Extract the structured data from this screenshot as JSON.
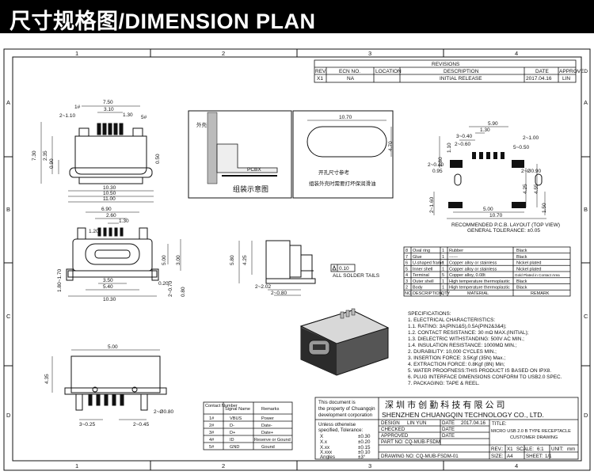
{
  "header": {
    "title": "尺寸规格图/DIMENSION PLAN"
  },
  "grid": {
    "columns": [
      "1",
      "2",
      "3",
      "4"
    ],
    "rows": [
      "A",
      "B",
      "C",
      "D"
    ]
  },
  "revisions": {
    "title": "REVISIONS",
    "headers": [
      "REV.",
      "ECN NO.",
      "LOCATION",
      "DESCRIPTION",
      "DATE",
      "APPROVED"
    ],
    "row": [
      "X1",
      "NA",
      "",
      "INITIAL RELEASE",
      "2017.04.16",
      "LIN"
    ]
  },
  "front_view": {
    "d_750": "7.50",
    "d_310": "3.10",
    "d_110": "2~1.10",
    "d_130": "1.30",
    "c1": "1#",
    "c5": "5#",
    "d_730": "7.30",
    "d_235": "2.35",
    "d_050": "0.50",
    "d_090": "0.90",
    "d_1030": "10.30",
    "d_1050": "10.50",
    "d_1100": "11.00"
  },
  "bottom_view": {
    "d_690": "6.90",
    "d_260": "2.60",
    "d_130": "1.30",
    "d_120": "1.20",
    "d_500": "5.00",
    "d_300": "3.00",
    "d_350": "3.50",
    "d_540": "5.40",
    "d_020": "0.20",
    "d_1030": "10.30",
    "d_070": "2~0.70",
    "d_080": "0.80",
    "d_170": "1.80~1.70"
  },
  "side_view": {
    "d_580": "5.80",
    "d_425": "4.25",
    "d_202": "2~2.02",
    "d_080": "2~0.80",
    "flatness": "0.10",
    "solder_note": "ALL SOLDER TAILS"
  },
  "assembly": {
    "pcb": "PCBX",
    "label": "组装示意图",
    "side_label": "外壳"
  },
  "cutout": {
    "d_1070": "10.70",
    "d_470": "4.70",
    "note1": "开孔尺寸参考",
    "note2": "组装外壳时需要打坏保润滑油"
  },
  "pcb_layout": {
    "d_590": "5.90",
    "d_130": "1.30",
    "d_040": "3~0.40",
    "d_060": "2~0.60",
    "d_100": "2~1.00",
    "d_050": "5~0.50",
    "d_110": "1.10",
    "d_180": "1.80",
    "d_040b": "2~0.40",
    "d_095": "0.95",
    "d_090": "2~Ø0.90",
    "d_425": "4.25",
    "d_455": "4.55",
    "d_500": "5.00",
    "d_1070": "10.70",
    "d_160": "2~1.60",
    "d_150": "1.50",
    "caption": "RECOMMENDED P.C.B. LAYOUT (TOP VIEW)",
    "tolerance": "GENERAL TOLERANCE: ±0.05"
  },
  "bom": {
    "rows": [
      [
        "8",
        "Oval ring",
        "1",
        "Rubber",
        "Black"
      ],
      [
        "7",
        "Glue",
        "1",
        "------",
        "Black"
      ],
      [
        "6",
        "U-shaped frame",
        "1",
        "Copper alloy or stainless",
        "Nickel plated"
      ],
      [
        "5",
        "Inner shell",
        "1",
        "Copper alloy or stainless",
        "Nickel plated"
      ],
      [
        "4",
        "Terminal",
        "5",
        "Copper alloy, 0.08t",
        "Gold Plated in Contact Area"
      ],
      [
        "3",
        "Outer shell",
        "1",
        "High temperature thermoplastic",
        "Black"
      ],
      [
        "2",
        "Body",
        "1",
        "High temperature thermoplastic",
        "Black"
      ]
    ],
    "footer": [
      "NO.",
      "DESCRIPTION",
      "QTY",
      "MATERIAL",
      "REMARK"
    ]
  },
  "specs": {
    "lines": [
      "SPECIFICATIONS:",
      "1. ELECTRICAL CHARACTERISTICS:",
      "  1.1. RATING: 3A(PIN1&5),0.5A(PIN2&3&4);",
      "  1.2. CONTACT RESISTANCE: 30 mΩ MAX.(INITIAL);",
      "  1.3. DIELECTRIC WITHSTANDING: 500V AC MIN.;",
      "  1.4. INSULATION RESISTANCE: 1000MΩ MIN.;",
      "2. DURABILITY: 10,000 CYCLES MIN.;",
      "3. INSERTION FORCE: 3.5Kgf (35N) Max.;",
      "4. EXTRACTION FORCE: 0.8Kgf (8N) Min;",
      "5. WATER PROOFNESS:THIS PRODUCT IS BASED ON IPX8.",
      "6. PLUG INTERFACE DIMENSIONS CONFORM TO USB2.0 SPEC.",
      "7. PACKAGING: TAPE & REEL."
    ]
  },
  "top_view": {
    "d_500": "5.00",
    "d_435": "4.35",
    "d_080": "2~Ø0.80",
    "d_025": "3~0.25",
    "d_045": "2~0.45"
  },
  "pin_table": {
    "headers": [
      "Contact Number",
      "Signal Name",
      "Remarks"
    ],
    "rows": [
      [
        "1#",
        "VBUS",
        "Power"
      ],
      [
        "2#",
        "D-",
        "Date-"
      ],
      [
        "3#",
        "D+",
        "Date+"
      ],
      [
        "4#",
        "ID",
        "Reserve or Gound"
      ],
      [
        "5#",
        "GND",
        "Gound"
      ]
    ]
  },
  "title_block": {
    "property": [
      "This document is",
      "the property of Chuangqin",
      "development corporation"
    ],
    "company_cn": "深 圳 市 创 勤 科 技 有 限 公 司",
    "company_en": "SHENZHEN CHUANGQIN TECHNOLOGY CO., LTD.",
    "tol_head": [
      "Unless otherwise",
      "specified, Tolerance:"
    ],
    "tols": [
      [
        "X",
        "±0.30"
      ],
      [
        "X.x",
        "±0.20"
      ],
      [
        "X.xx",
        "±0.15"
      ],
      [
        "X.xxx",
        "±0.10"
      ],
      [
        "Angles",
        "±3°"
      ]
    ],
    "design_label": "DESIGN",
    "design": "LIN YUN",
    "date_label": "DATE",
    "date": "2017.04.16",
    "checked": "CHECKED",
    "approved": "APPROVED",
    "date2": "DATE",
    "date3": "DATE",
    "title_label": "TITLE:",
    "title1": "MICRO USB 2.0 B TYPE RECEPTACLE",
    "title2": "CUSTOMER DRAWING",
    "part_no": "PART NO: CQ-MUB-FSDM",
    "rev_label": "REV.:",
    "rev": "X1",
    "scale_label": "SCALE:",
    "scale": "6:1",
    "unit_label": "UNIT:",
    "unit": "mm",
    "drawing_no": "DRAWING NO: CQ-MUB-FSDM-01",
    "size_label": "SIZE:",
    "size": "A4",
    "sheet_label": "SHEET:",
    "sheet": "1/1"
  }
}
